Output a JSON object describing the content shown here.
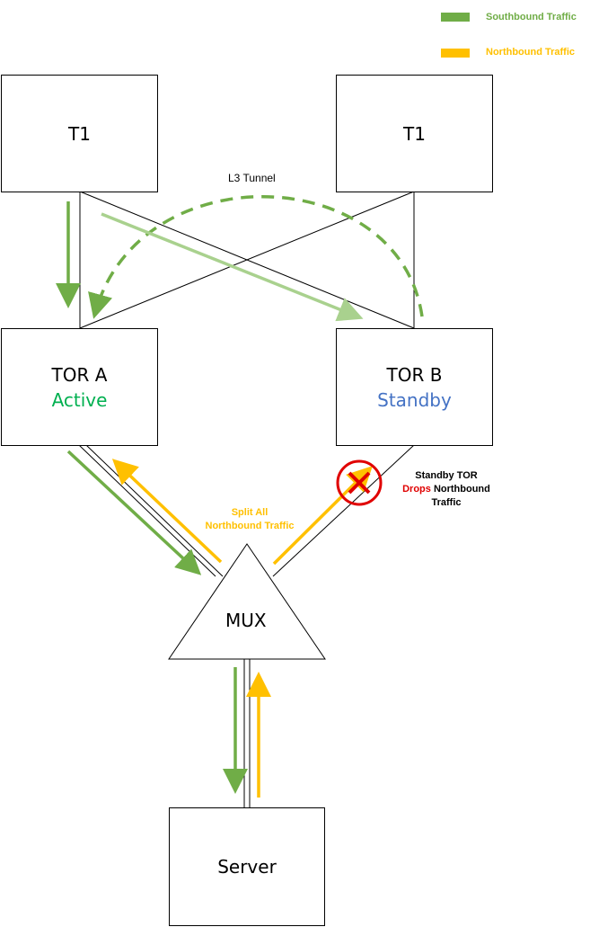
{
  "legend": {
    "southbound_label": "Southbound Traffic",
    "northbound_label": "Northbound Traffic"
  },
  "colors": {
    "southbound": "#70AD47",
    "southbound_light": "#A9D18E",
    "northbound": "#FFC000",
    "active": "#00B050",
    "standby": "#4472C4",
    "drop": "#E00000"
  },
  "nodes": {
    "t1_left": "T1",
    "t1_right": "T1",
    "tor_a": {
      "name": "TOR A",
      "state": "Active"
    },
    "tor_b": {
      "name": "TOR B",
      "state": "Standby"
    },
    "mux": "MUX",
    "server": "Server"
  },
  "annotations": {
    "tunnel": "L3 Tunnel",
    "split_line1": "Split All",
    "split_line2": "Northbound Traffic",
    "standby_line1": "Standby TOR",
    "standby_drops": "Drops",
    "standby_northbound": " Northbound",
    "standby_line3": "Traffic"
  },
  "icons": {
    "drop": "x-circle-icon"
  }
}
